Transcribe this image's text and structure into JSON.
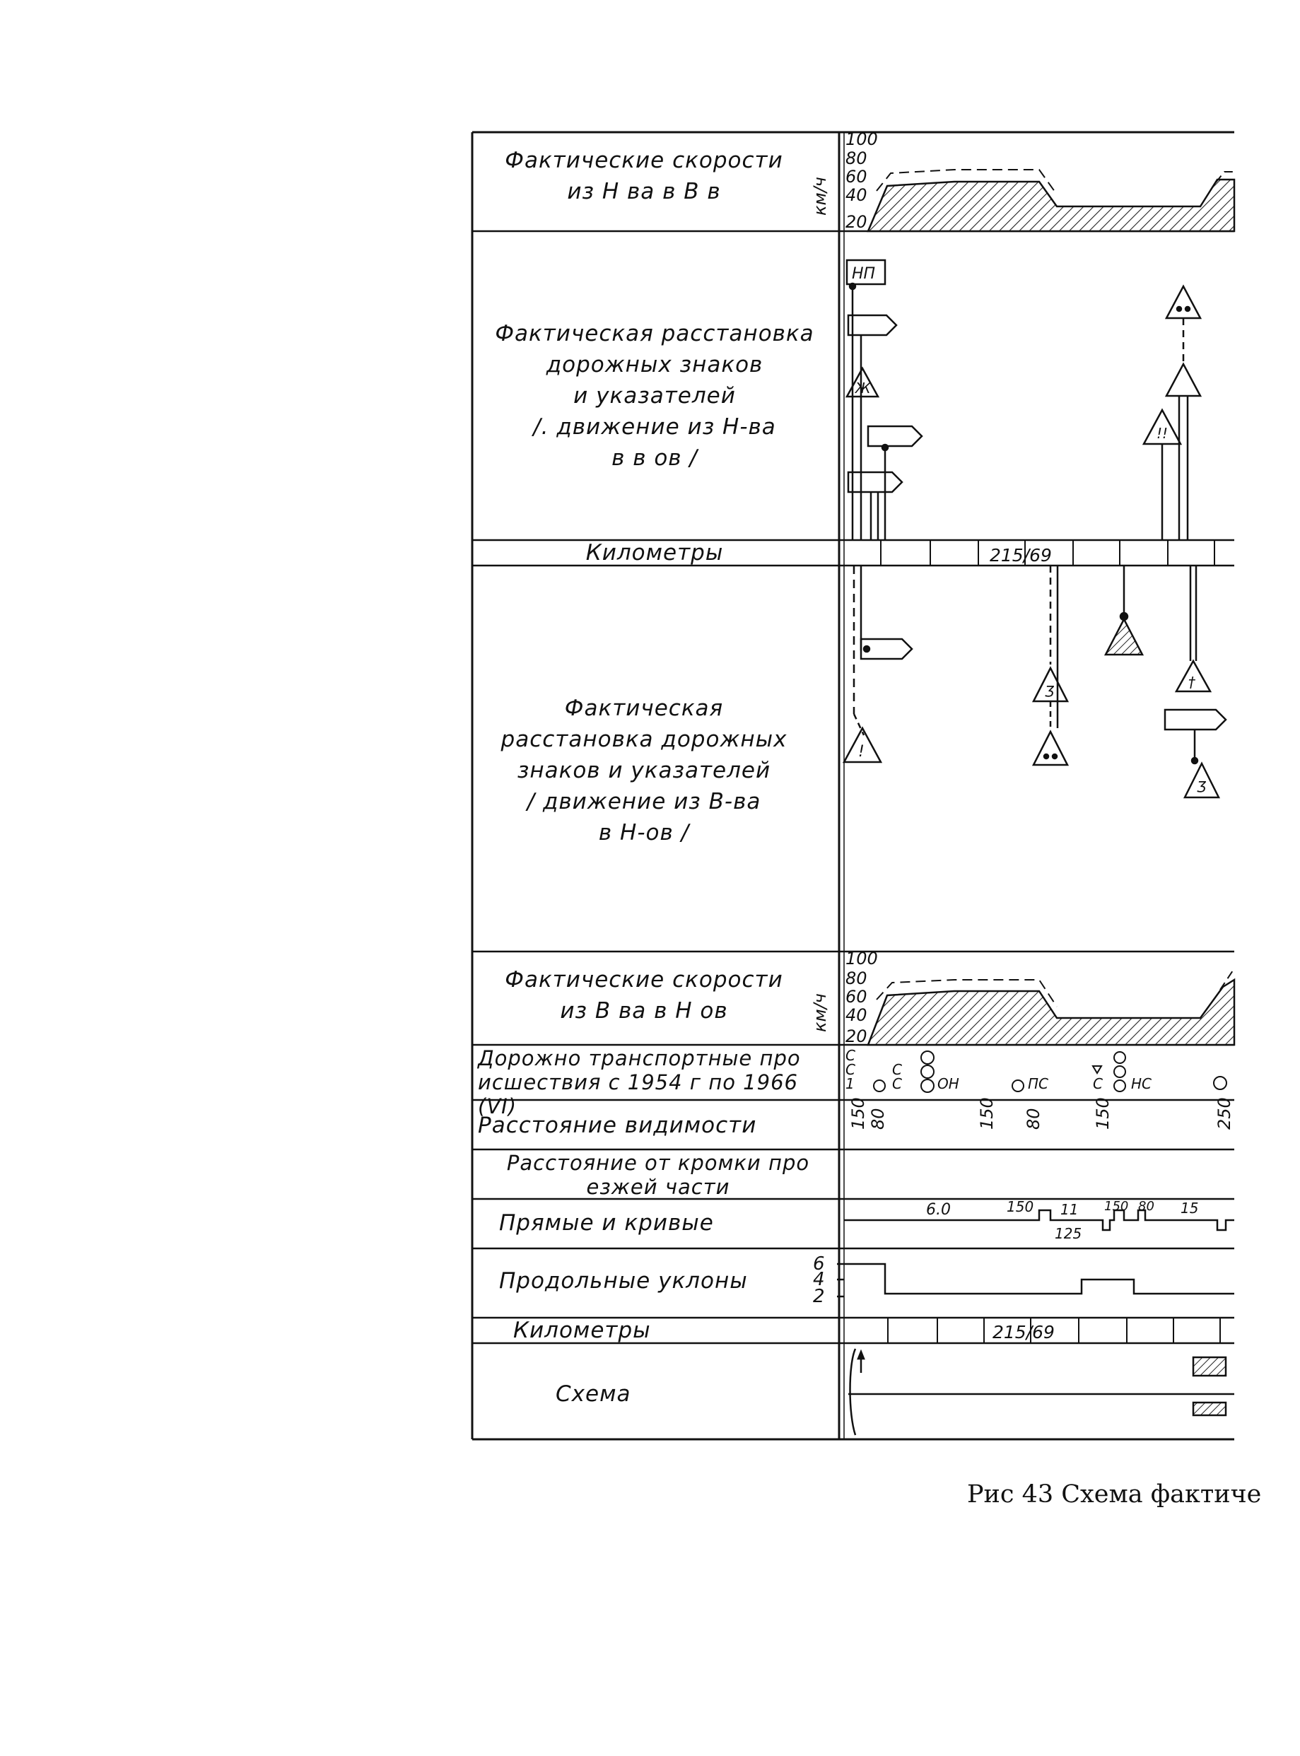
{
  "rows": {
    "speed_top": {
      "lines": [
        "Фактические  скорости",
        "из Н ва   в  В в"
      ],
      "unit": "км/ч"
    },
    "signs_top": {
      "lines": [
        "Фактическая   расстановка",
        "дорожных      знаков",
        "и указателей",
        "/.  движение из Н-ва",
        "в    в ов /"
      ]
    },
    "km_top": {
      "label": "Километры",
      "km_value": "215/69"
    },
    "signs_bottom": {
      "lines": [
        "Фактическая",
        "расстановка   дорожных",
        "знаков  и  указателей",
        "/ движение из В-ва",
        "в  Н-ов /"
      ]
    },
    "speed_bottom": {
      "lines": [
        "Фактические  скорости",
        "из В ва   в    Н ов"
      ],
      "unit": "км/ч"
    },
    "accidents": {
      "lines": [
        "Дорожно транспортные про",
        "исшествия  с 1954 г по  1966  (VI)"
      ]
    },
    "visibility": {
      "label": "Расстояние   видимости"
    },
    "edge_distance": {
      "lines": [
        "Расстояние   от  кромки  про",
        "езжей  части"
      ]
    },
    "curves": {
      "label": "Прямые  и  кривые"
    },
    "grades": {
      "label": "Продольные  уклоны"
    },
    "km_bottom": {
      "label": "Километры",
      "km_value": "215/69"
    },
    "scheme": {
      "label": "Схема"
    }
  },
  "speed_axis_ticks": [
    "100",
    "80",
    "60",
    "40",
    "20"
  ],
  "accident_marks": [
    "С",
    "С",
    "1",
    "С",
    "С",
    "ОН",
    "ПС",
    "С",
    "НС"
  ],
  "visibility_values": [
    "150",
    "80",
    "150",
    "80",
    "150",
    "250"
  ],
  "curve_values": [
    "6.0",
    "150",
    "11",
    "125",
    "150",
    "80",
    "15"
  ],
  "grade_ticks": [
    "6",
    "4",
    "2"
  ],
  "sign_labels": {
    "start_plate": "НП"
  },
  "caption": "Рис 43  Схема фактиче"
}
